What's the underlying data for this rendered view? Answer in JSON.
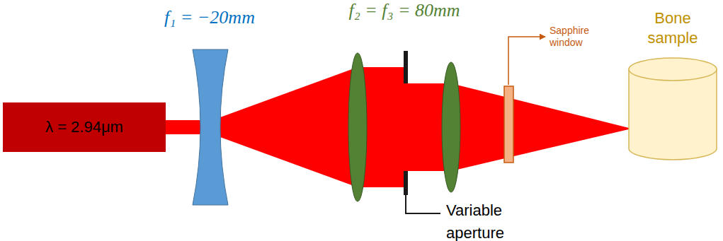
{
  "diagram": {
    "nodes": [
      {
        "text": [
          "λ = 2.94μm"
        ]
      },
      {
        "text": [
          "Bone sample"
        ]
      }
    ],
    "labels": [
      "f₁ = −20mm",
      "f₂ = f₃ = 80mm",
      "Sapphire window",
      "Variable aperture"
    ]
  }
}
